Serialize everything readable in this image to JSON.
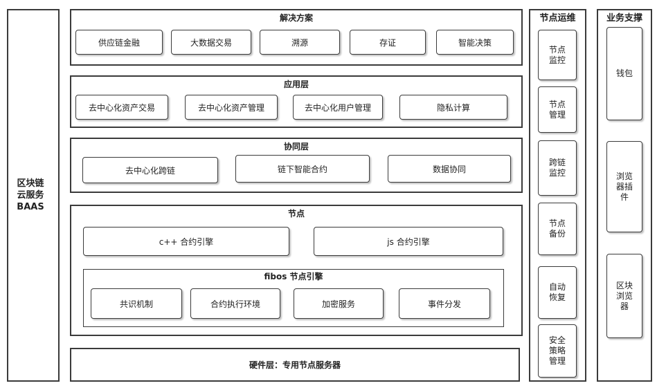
{
  "left_panel": {
    "label": "区块链\n云服务\nBAAS"
  },
  "solutions": {
    "title": "解决方案",
    "items": [
      "供应链金融",
      "大数据交易",
      "溯源",
      "存证",
      "智能决策"
    ]
  },
  "application_layer": {
    "title": "应用层",
    "items": [
      "去中心化资产交易",
      "去中心化资产管理",
      "去中心化用户管理",
      "隐私计算"
    ]
  },
  "collaboration_layer": {
    "title": "协同层",
    "items": [
      "去中心化跨链",
      "链下智能合约",
      "数据协同"
    ]
  },
  "node": {
    "title": "节点",
    "engines": [
      "c++ 合约引擎",
      "js 合约引擎"
    ],
    "fibos": {
      "title": "fibos 节点引擎",
      "items": [
        "共识机制",
        "合约执行环境",
        "加密服务",
        "事件分发"
      ]
    }
  },
  "hardware_layer": {
    "title": "硬件层：专用节点服务器"
  },
  "node_ops": {
    "title": "节点运维",
    "items": [
      "节点\n监控",
      "节点\n管理",
      "跨链\n监控",
      "节点\n备份",
      "自动\n恢复",
      "安全\n策略\n管理"
    ]
  },
  "business_support": {
    "title": "业务支撑",
    "items": [
      "钱包",
      "浏览\n器插\n件",
      "区块\n浏览\n器"
    ]
  }
}
